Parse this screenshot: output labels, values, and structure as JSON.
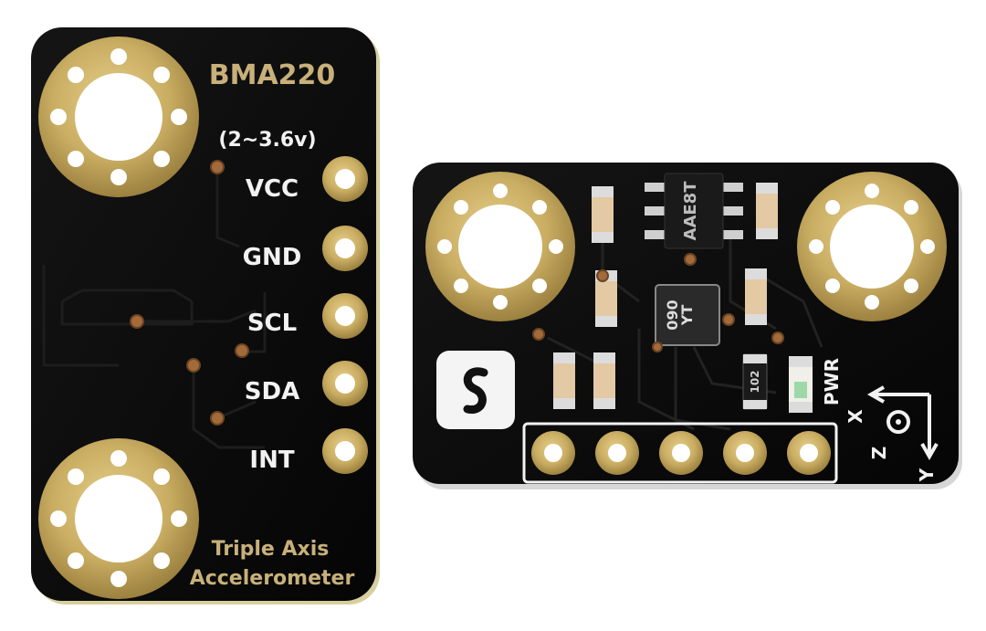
{
  "colors": {
    "background": "#ffffff",
    "pcb": "#0b0b0b",
    "gold": "#c9ad62",
    "silkscreen": "#f2f2f2",
    "gold_text": "#c8b07a"
  },
  "left_board": {
    "title": "BMA220",
    "voltage": "(2~3.6v)",
    "pins": [
      "VCC",
      "GND",
      "SCL",
      "SDA",
      "INT"
    ],
    "description_line1": "Triple Axis",
    "description_line2": "Accelerometer"
  },
  "right_board": {
    "logo_icon": "dfrobot-logo-icon",
    "chip_marking": "AAE8T",
    "sensor_marking_line1": "YT",
    "sensor_marking_line2": "090",
    "resistor_marking": "102",
    "power_label": "PWR",
    "axis_x": "X",
    "axis_y": "Y",
    "axis_z": "Z"
  }
}
